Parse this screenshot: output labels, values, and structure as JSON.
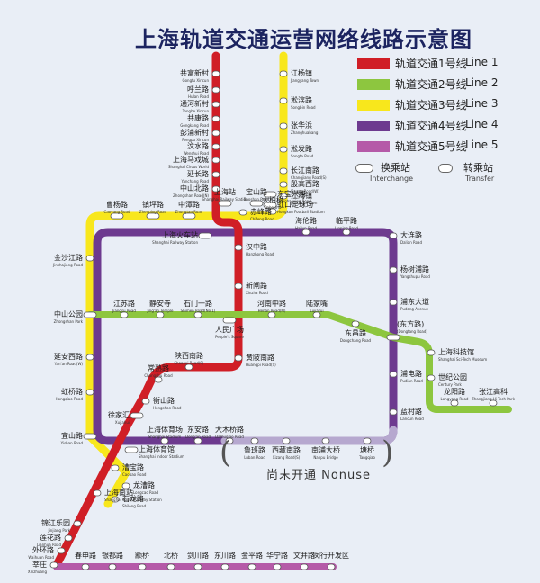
{
  "title": "上海轨道交通运营网络线路示意图",
  "lines": [
    {
      "key": "l1",
      "zh": "轨道交通1号线",
      "en": "Line 1",
      "color": "#d01e26"
    },
    {
      "key": "l2",
      "zh": "轨道交通2号线",
      "en": "Line 2",
      "color": "#8dc63f"
    },
    {
      "key": "l3",
      "zh": "轨道交通3号线",
      "en": "Line 3",
      "color": "#f8e71c"
    },
    {
      "key": "l4",
      "zh": "轨道交通4号线",
      "en": "Line 4",
      "color": "#6d3a8f"
    },
    {
      "key": "l5",
      "zh": "轨道交通5号线",
      "en": "Line 5",
      "color": "#b55aa8"
    }
  ],
  "legend_transfer": {
    "interchange_zh": "换乘站",
    "interchange_en": "Interchange",
    "transfer_zh": "转乘站",
    "transfer_en": "Transfer"
  },
  "nonuse": {
    "zh": "尚末开通",
    "en": "Nonuse",
    "text": "尚末开通  Nonuse"
  },
  "stations": [
    {
      "id": "gongfu",
      "zh": "共富新村",
      "en": "Gongfu Xincun"
    },
    {
      "id": "hulan",
      "zh": "呼兰路",
      "en": "Hulan Road"
    },
    {
      "id": "tonghe",
      "zh": "通河新村",
      "en": "Tonghe Xincun"
    },
    {
      "id": "gongkang",
      "zh": "共康路",
      "en": "Gongkang Road"
    },
    {
      "id": "pengpu",
      "zh": "彭浦新村",
      "en": "Pengpu Xincun"
    },
    {
      "id": "wenshui",
      "zh": "汶水路",
      "en": "Wenshui Road"
    },
    {
      "id": "maxi",
      "zh": "上海马戏城",
      "en": "Shanghai Circus World"
    },
    {
      "id": "yanchang",
      "zh": "延长路",
      "en": "Yanchang Road"
    },
    {
      "id": "zhongshanbei",
      "zh": "中山北路",
      "en": "Zhongshan Road(N)"
    },
    {
      "id": "shanghaizhan",
      "zh": "上海站",
      "en": "Shanghai Railway Station"
    },
    {
      "id": "baoshan",
      "zh": "宝山路",
      "en": "Baoshan Road"
    },
    {
      "id": "huochezhan",
      "zh": "上海火车站",
      "en": "Shanghai Railway Station"
    },
    {
      "id": "hanzhong",
      "zh": "汉中路",
      "en": "Hanzhong Road"
    },
    {
      "id": "xinzha",
      "zh": "新闸路",
      "en": "Xinzha Road"
    },
    {
      "id": "renmin",
      "zh": "人民广场",
      "en": "People's Square"
    },
    {
      "id": "huangpi",
      "zh": "黄陂南路",
      "en": "Huangpi Road(S)"
    },
    {
      "id": "shaanxi",
      "zh": "陕西南路",
      "en": "Shaanxi Road(S)"
    },
    {
      "id": "changshu",
      "zh": "常熟路",
      "en": "Changshu Road"
    },
    {
      "id": "hengshan",
      "zh": "衡山路",
      "en": "Hengshan Road"
    },
    {
      "id": "xujiahui",
      "zh": "徐家汇",
      "en": "Xujiahui"
    },
    {
      "id": "tiyuguan",
      "zh": "上海体育馆",
      "en": "Shanghai Indoor Stadium"
    },
    {
      "id": "caobao",
      "zh": "漕宝路",
      "en": "Caobao Road"
    },
    {
      "id": "nanzhan",
      "zh": "上海南站",
      "en": "Shanghai South Railway Station"
    },
    {
      "id": "jinjiang",
      "zh": "锦江乐园",
      "en": "Jinjiang Park"
    },
    {
      "id": "lianhua",
      "zh": "莲花路",
      "en": "Lianhua Road"
    },
    {
      "id": "waihuan",
      "zh": "外环路",
      "en": "Waihuan Road"
    },
    {
      "id": "xinzhuang",
      "zh": "莘庄",
      "en": "Xinzhuang"
    },
    {
      "id": "jiangyang",
      "zh": "江杨镇",
      "en": "Jiangyang Town"
    },
    {
      "id": "songbin",
      "zh": "淞滨路",
      "en": "Songbin Road"
    },
    {
      "id": "zhanghua",
      "zh": "张华浜",
      "en": "Zhanghuabang"
    },
    {
      "id": "songfa",
      "zh": "淞发路",
      "en": "Songfa Road"
    },
    {
      "id": "changjiang",
      "zh": "长江南路",
      "en": "Changjiang Road(S)"
    },
    {
      "id": "yinggao",
      "zh": "殷高西路",
      "en": "Yingao Road(W)"
    },
    {
      "id": "jiangwan",
      "zh": "江湾镇",
      "en": "Jiangwan Town"
    },
    {
      "id": "dabaishu",
      "zh": "大柏树",
      "en": "Dabaishu"
    },
    {
      "id": "chifeng",
      "zh": "赤峰路",
      "en": "Chifeng Road"
    },
    {
      "id": "hongkou",
      "zh": "虹口足球场",
      "en": "Hongkou Football Stadium"
    },
    {
      "id": "dongbaoxing",
      "zh": "东宝兴路",
      "en": "Dongbaoxing Road"
    },
    {
      "id": "caoyang",
      "zh": "曹杨路",
      "en": "Caoyang Road"
    },
    {
      "id": "zhenping",
      "zh": "镇坪路",
      "en": "Zhenping Road"
    },
    {
      "id": "zhongtan",
      "zh": "中潭路",
      "en": "Zhongtan Road"
    },
    {
      "id": "hailun",
      "zh": "海伦路",
      "en": "Hailun Road"
    },
    {
      "id": "linping",
      "zh": "临平路",
      "en": "Linping Road"
    },
    {
      "id": "dalian",
      "zh": "大连路",
      "en": "Dalian Road"
    },
    {
      "id": "yangshupu",
      "zh": "杨树浦路",
      "en": "Yangshupu Road"
    },
    {
      "id": "pudong",
      "zh": "浦东大道",
      "en": "Pudong Avenue"
    },
    {
      "id": "jinshajiang",
      "zh": "金沙江路",
      "en": "Jinshajiang Road"
    },
    {
      "id": "zhongshanpark",
      "zh": "中山公园",
      "en": "Zhongshan Park"
    },
    {
      "id": "yananxi",
      "zh": "延安西路",
      "en": "Yan'an Road(W)"
    },
    {
      "id": "hongqiao",
      "zh": "虹桥路",
      "en": "Hongqiao Road"
    },
    {
      "id": "yishan",
      "zh": "宜山路",
      "en": "Yishan Road"
    },
    {
      "id": "jiangsu",
      "zh": "江苏路",
      "en": "Jiangsu Road"
    },
    {
      "id": "jingan",
      "zh": "静安寺",
      "en": "Jing'an Temple"
    },
    {
      "id": "shimen",
      "zh": "石门一路",
      "en": "Shimen Road(No.1)"
    },
    {
      "id": "henan",
      "zh": "河南中路",
      "en": "Henan Road(M)"
    },
    {
      "id": "lujiazui",
      "zh": "陆家嘴",
      "en": "Lujiazui"
    },
    {
      "id": "dongchang",
      "zh": "东昌路",
      "en": "Dongchang Road"
    },
    {
      "id": "dongfang",
      "zh": "(东方路)",
      "en": "(Dongfang Road)"
    },
    {
      "id": "kejiguan",
      "zh": "上海科技馆",
      "en": "Shanghai Sci-Tech Museum"
    },
    {
      "id": "shijigongyuan",
      "zh": "世纪公园",
      "en": "Century Park"
    },
    {
      "id": "longyang",
      "zh": "龙阳路",
      "en": "Longyang Road"
    },
    {
      "id": "zhangjiang",
      "zh": "张江高科",
      "en": "Zhangjiang Hi-Tech Park"
    },
    {
      "id": "pudian",
      "zh": "浦电路",
      "en": "Pudian Road"
    },
    {
      "id": "lancun",
      "zh": "蓝村路",
      "en": "Lancun Road"
    },
    {
      "id": "dongan",
      "zh": "东安路",
      "en": "Dong'an Road"
    },
    {
      "id": "damuqiao",
      "zh": "大木桥路",
      "en": "Damuqiao Road"
    },
    {
      "id": "tiyuguan4",
      "zh": "上海体育场",
      "en": "Shanghai Stadium"
    },
    {
      "id": "longcao",
      "zh": "龙漕路",
      "en": "Longcao Road"
    },
    {
      "id": "shilong",
      "zh": "石龙路",
      "en": "Shilong Road"
    },
    {
      "id": "luban",
      "zh": "鲁班路",
      "en": "Luban Road"
    },
    {
      "id": "xizang",
      "zh": "西藏南路",
      "en": "Xizang Road(S)"
    },
    {
      "id": "nanpu",
      "zh": "南浦大桥",
      "en": "Nanpu Bridge"
    },
    {
      "id": "tangqiao",
      "zh": "塘桥",
      "en": "Tangqiao"
    },
    {
      "id": "chunshen",
      "zh": "春申路",
      "en": ""
    },
    {
      "id": "yindu",
      "zh": "银都路",
      "en": ""
    },
    {
      "id": "zhuanqiao",
      "zh": "颛桥",
      "en": ""
    },
    {
      "id": "beiqiao",
      "zh": "北桥",
      "en": ""
    },
    {
      "id": "jianchuan",
      "zh": "剑川路",
      "en": ""
    },
    {
      "id": "dongchuan",
      "zh": "东川路",
      "en": ""
    },
    {
      "id": "jinping",
      "zh": "金平路",
      "en": ""
    },
    {
      "id": "huaning",
      "zh": "华宁路",
      "en": ""
    },
    {
      "id": "wenjing",
      "zh": "文井路",
      "en": ""
    },
    {
      "id": "minhang",
      "zh": "闵行开发区",
      "en": ""
    }
  ]
}
